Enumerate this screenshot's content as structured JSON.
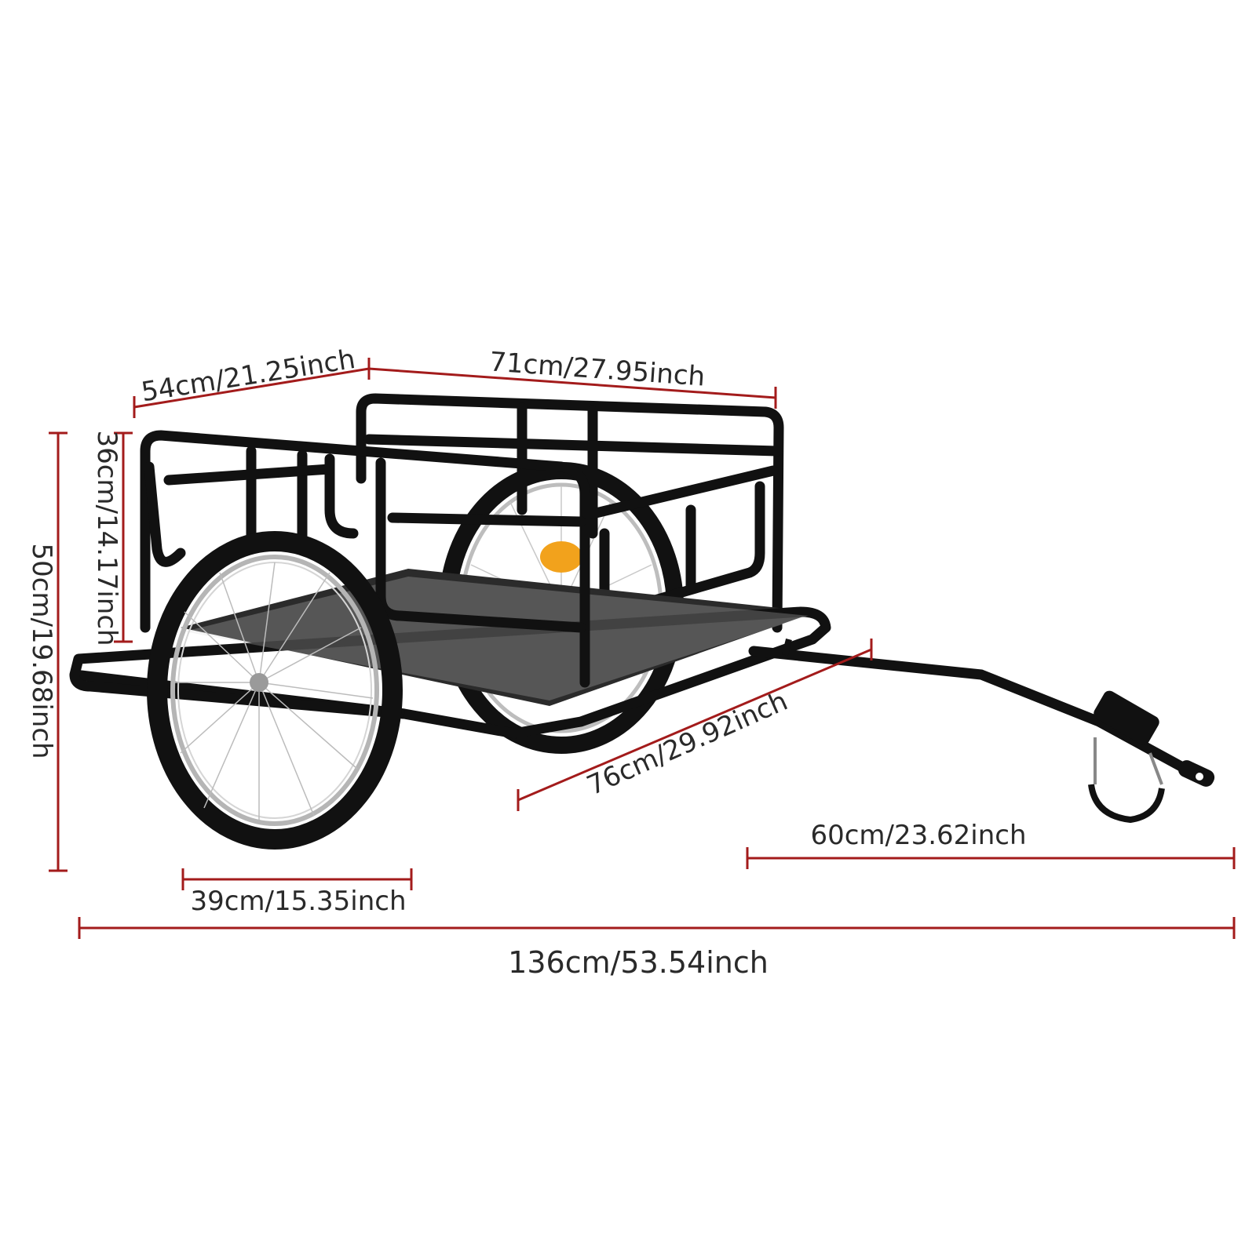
{
  "colors": {
    "dimension_line": "#a31b1b",
    "frame": "#111111",
    "floor": "#2b2b2b",
    "rim": "#bdbdbd",
    "reflector": "#f2a21c",
    "background": "#ffffff"
  },
  "dimensions": {
    "width_top": "54cm/21.25inch",
    "length_top": "71cm/27.95inch",
    "rail_height": "36cm/14.17inch",
    "total_height": "50cm/19.68inch",
    "bed_depth": "76cm/29.92inch",
    "tow_bar": "60cm/23.62inch",
    "wheel_diameter": "39cm/15.35inch",
    "total_length": "136cm/53.54inch"
  },
  "icons": {
    "product": "bike-cargo-trailer-icon",
    "wheel": "spoked-wheel-icon",
    "hitch": "hitch-coupler-icon"
  }
}
